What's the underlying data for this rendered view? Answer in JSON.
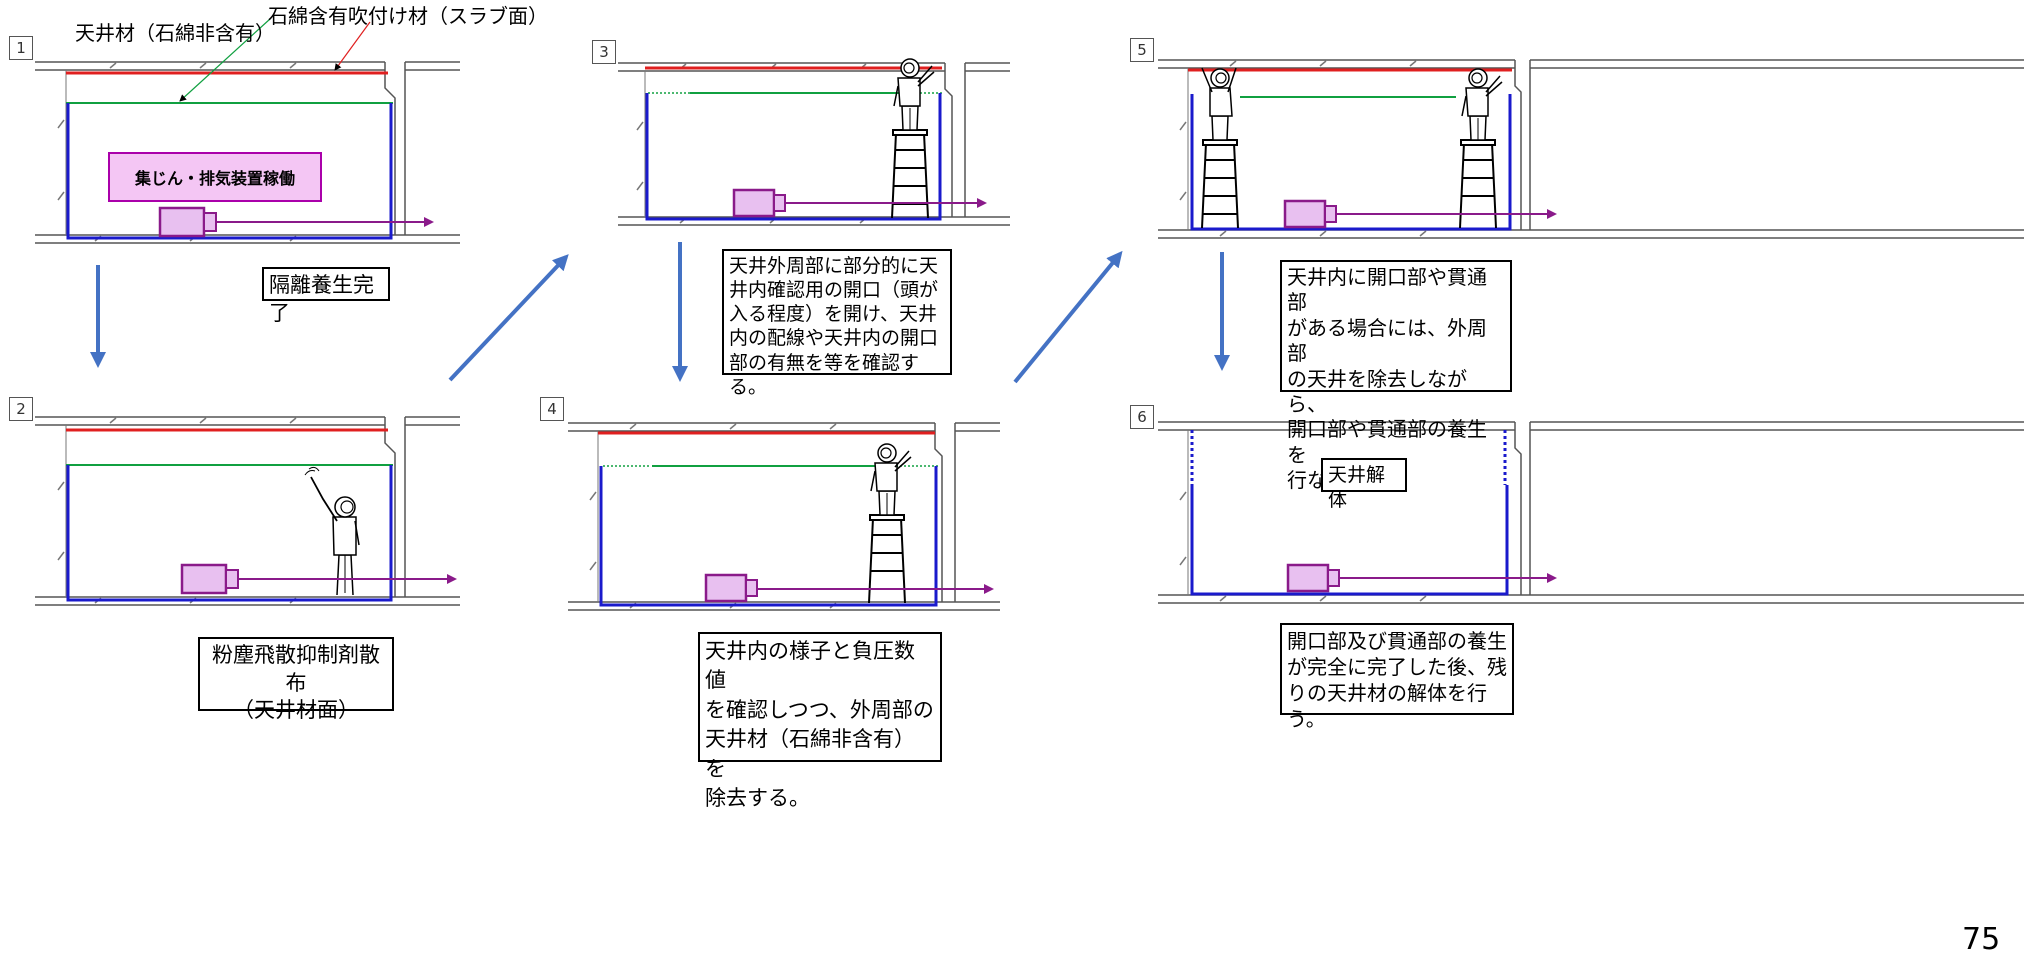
{
  "labels": {
    "ceiling_material": "天井材（石綿非含有）",
    "spray_material": "石綿含有吹付け材（スラブ面）",
    "dust_collector": "集じん・排気装置稼働"
  },
  "steps": [
    {
      "number": "1",
      "caption": "隔離養生完了"
    },
    {
      "number": "2",
      "caption_lines": [
        "粉塵飛散抑制剤散布",
        "（天井材面）"
      ]
    },
    {
      "number": "3",
      "caption_lines": [
        "天井外周部に部分的に天",
        "井内確認用の開口（頭が",
        "入る程度）を開け、天井",
        "内の配線や天井内の開口",
        "部の有無を等を確認する。"
      ]
    },
    {
      "number": "4",
      "caption_lines": [
        "天井内の様子と負圧数値",
        "を確認しつつ、外周部の",
        "天井材（石綿非含有）を",
        "除去する。"
      ]
    },
    {
      "number": "5",
      "caption_lines": [
        "天井内に開口部や貫通部",
        "がある場合には、外周部",
        "の天井を除去しながら、",
        "開口部や貫通部の養生を",
        "行なう。"
      ]
    },
    {
      "number": "6",
      "inner_label": "天井解体",
      "caption_lines": [
        "開口部及び貫通部の養生",
        "が完全に完了した後、残",
        "りの天井材の解体を行う。"
      ]
    }
  ],
  "page_number": "75",
  "colors": {
    "spray": "#e02020",
    "ceiling": "#10a040",
    "curtain": "#1a1acc",
    "machine": "#8a1a8a",
    "machine_fill": "#e8c0f0",
    "flow_arrow": "#4472c4"
  }
}
